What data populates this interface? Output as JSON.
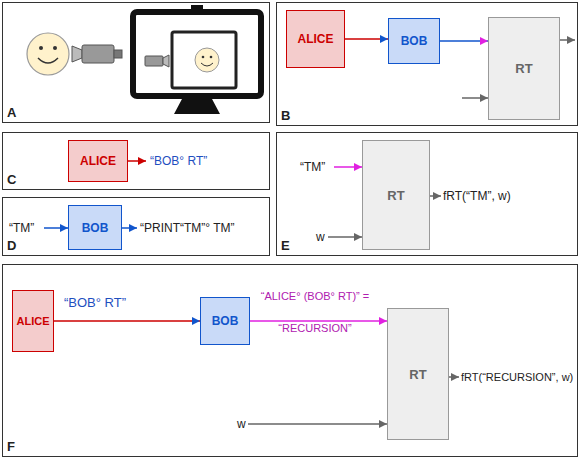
{
  "diagram": {
    "nodes": [
      {
        "text": [
          "A"
        ]
      },
      {
        "text": [
          "B"
        ]
      },
      {
        "text": [
          "ALICE"
        ],
        "in": 1
      },
      {
        "text": [
          "BOB"
        ],
        "in": 1
      },
      {
        "text": [
          "RT"
        ],
        "in": 1
      },
      {
        "text": [
          "C"
        ]
      },
      {
        "text": [
          "ALICE"
        ],
        "in": 5
      },
      {
        "text": [
          "D"
        ]
      },
      {
        "text": [
          "BOB"
        ],
        "in": 7
      },
      {
        "text": [
          "E"
        ]
      },
      {
        "text": [
          "RT"
        ],
        "in": 9
      },
      {
        "text": [
          "F"
        ]
      },
      {
        "text": [
          "ALICE"
        ],
        "in": 11
      },
      {
        "text": [
          "BOB"
        ],
        "in": 11
      },
      {
        "text": [
          "RT"
        ],
        "in": 11
      }
    ],
    "edges": [
      {
        "from": 2,
        "to": 3,
        "arrow": "to"
      },
      {
        "from": 3,
        "to": 4,
        "arrow": "to"
      },
      {
        "from": 12,
        "to": 13,
        "label": "“BOB° RT”",
        "arrow": "to"
      },
      {
        "from": 13,
        "to": 14,
        "label": "“ALICE° (BOB° RT)” = “RECURSION”",
        "arrow": "to"
      }
    ],
    "labels": [
      "“",
      "”",
      "“BOB° RT”",
      "“TM”",
      "“PRINT“TM”° TM”",
      "“TM”",
      "w",
      "fRT(“TM”, w)",
      "w",
      "fRT(“RECURSION”, w)"
    ]
  }
}
